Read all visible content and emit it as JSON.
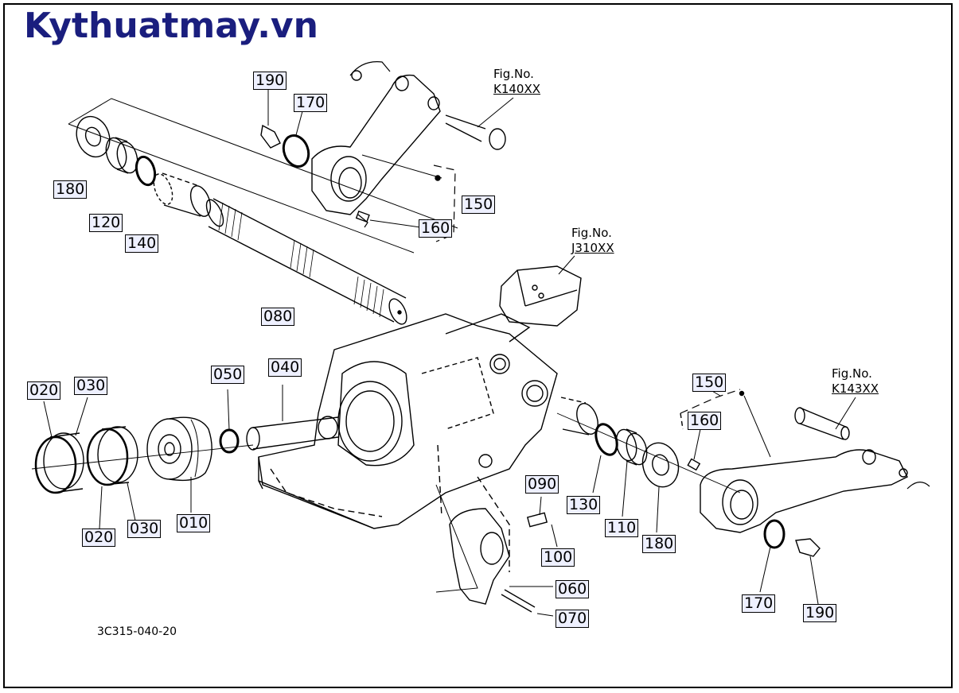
{
  "brand": "Kythuatmay.vn",
  "diagram_code": "3C315-040-20",
  "fig_refs": [
    {
      "caption": "Fig.No.",
      "ref": "K140XX"
    },
    {
      "caption": "Fig.No.",
      "ref": "J310XX"
    },
    {
      "caption": "Fig.No.",
      "ref": "K143XX"
    }
  ],
  "part_labels": [
    "190",
    "170",
    "180",
    "120",
    "140",
    "150",
    "160",
    "080",
    "020",
    "030",
    "020",
    "030",
    "010",
    "050",
    "040",
    "090",
    "100",
    "060",
    "070",
    "130",
    "110",
    "180",
    "150",
    "160",
    "170",
    "190"
  ]
}
